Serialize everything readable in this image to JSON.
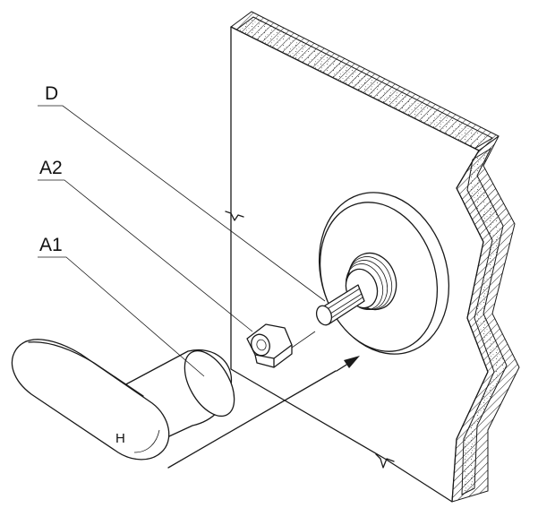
{
  "callouts": {
    "d": "D",
    "a2": "A2",
    "a1": "A1"
  },
  "handle_mark": "H"
}
